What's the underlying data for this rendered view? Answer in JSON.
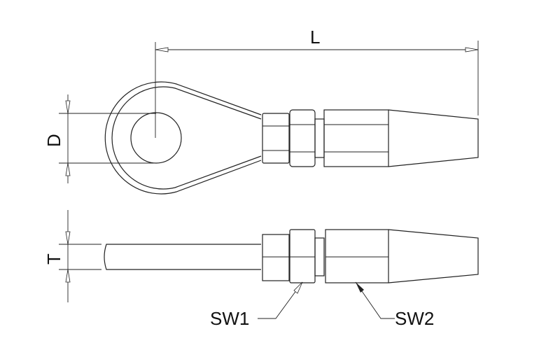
{
  "drawing": {
    "dimensions": {
      "length": "L",
      "diameter": "D",
      "thickness": "T"
    },
    "callouts": {
      "wrench_size_1": "SW1",
      "wrench_size_2": "SW2"
    },
    "colors": {
      "line": "#222222",
      "background": "#ffffff"
    }
  }
}
